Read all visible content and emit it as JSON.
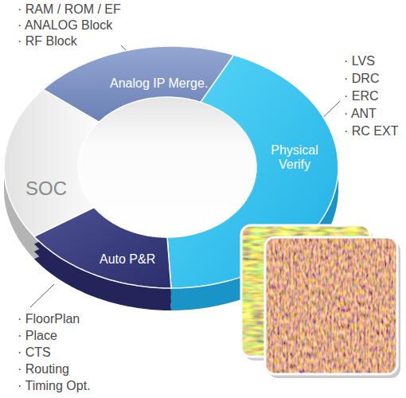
{
  "diagram": {
    "nodes": [
      {
        "text": [
          "Analog IP Merge."
        ]
      },
      {
        "text": [
          "Physical Verify"
        ]
      },
      {
        "text": [
          "SOC"
        ]
      },
      {
        "text": [
          "Auto P&R"
        ]
      }
    ],
    "labels": [
      "· RAM / ROM / EF",
      "· ANALOG Block",
      "· RF Block",
      "· LVS",
      "· DRC",
      "· ERC",
      "· ANT",
      "· RC EXT",
      "· FloorPlan",
      "· Place",
      "· CTS",
      "· Routing",
      "· Timing Opt."
    ]
  }
}
